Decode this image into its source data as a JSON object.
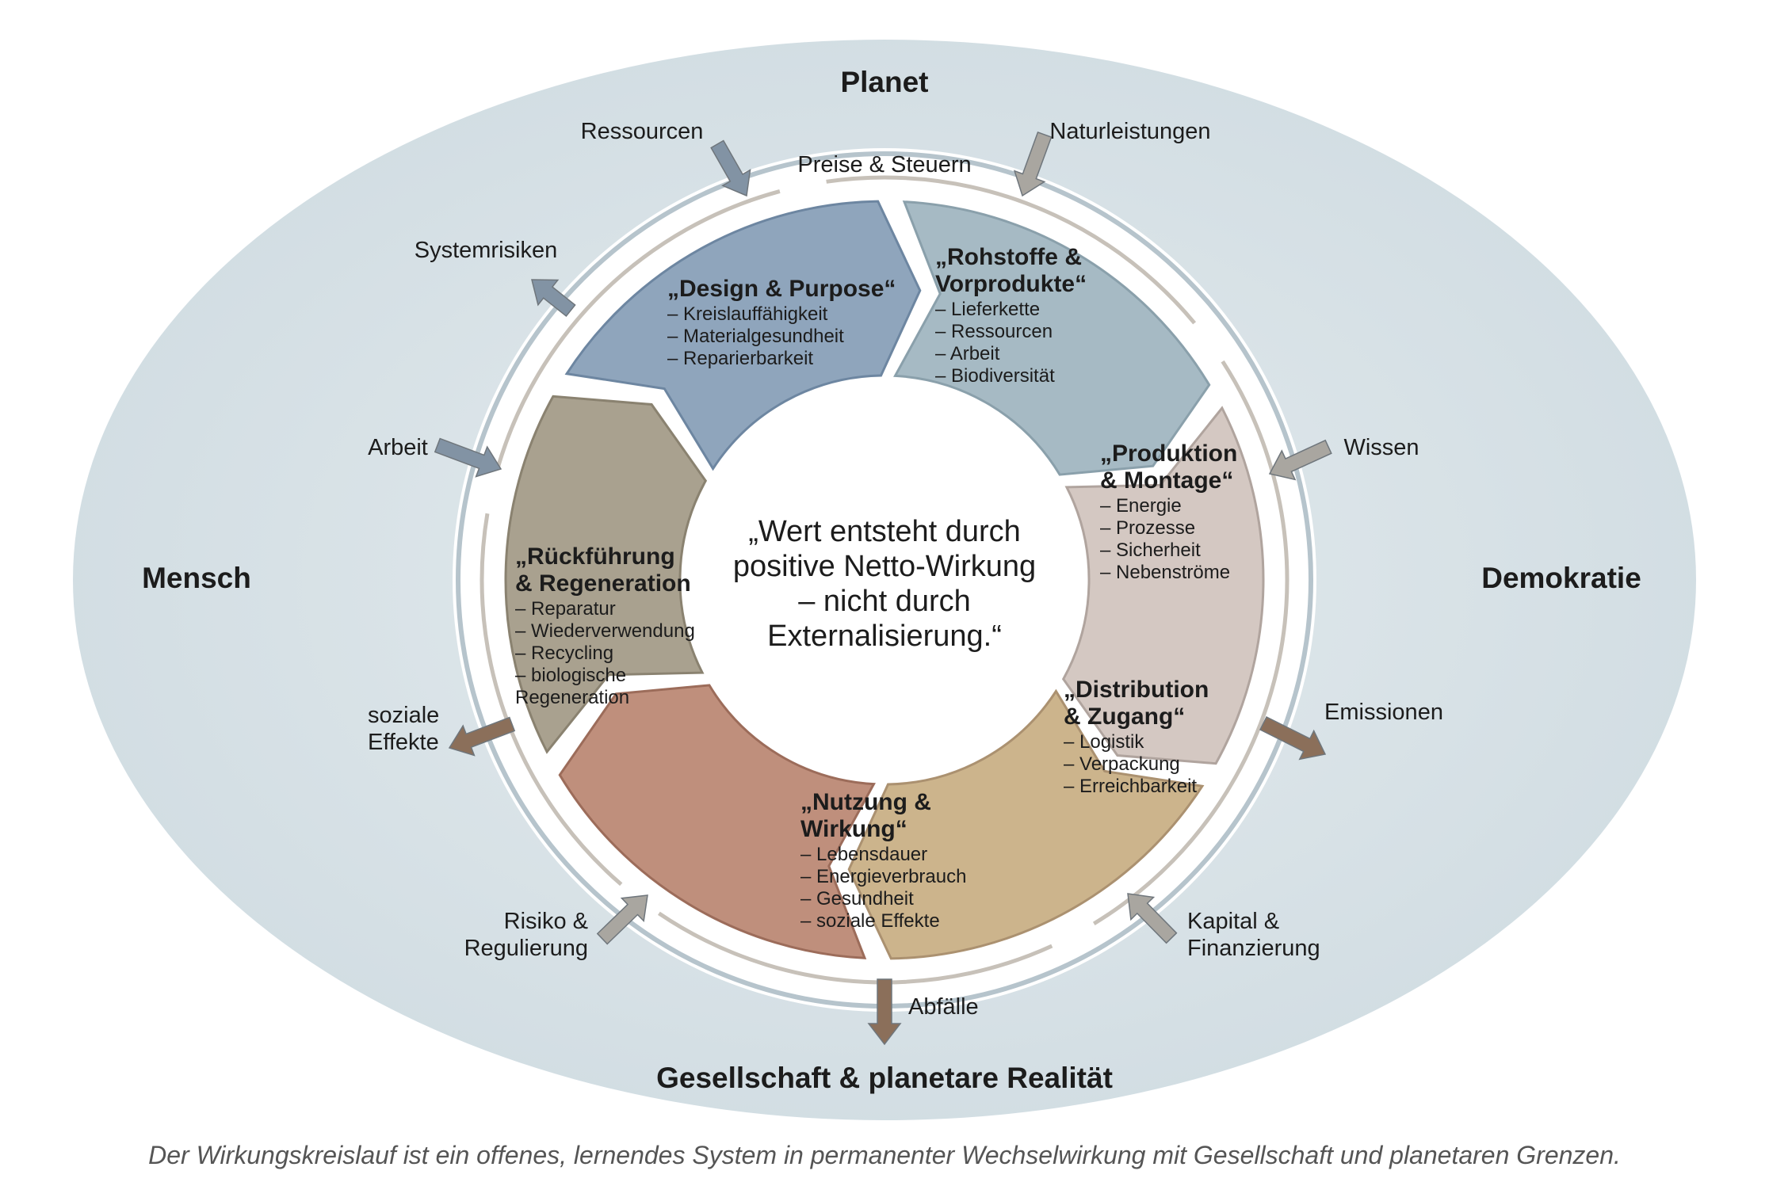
{
  "regions": {
    "top": "Planet",
    "left": "Mensch",
    "right": "Demokratie",
    "bottom": "Gesellschaft & planetare Realität"
  },
  "flows": {
    "ressourcen": [
      "Ressourcen"
    ],
    "naturleistungen": [
      "Naturleistungen"
    ],
    "preise_steuern": [
      "Preise & Steuern"
    ],
    "systemrisiken": [
      "Systemrisiken"
    ],
    "arbeit": [
      "Arbeit"
    ],
    "wissen": [
      "Wissen"
    ],
    "soziale_effekte": [
      "soziale",
      "Effekte"
    ],
    "emissionen": [
      "Emissionen"
    ],
    "risiko": [
      "Risiko &",
      "Regulierung"
    ],
    "kapital": [
      "Kapital &",
      "Finanzierung"
    ],
    "abfaelle": [
      "Abfälle"
    ]
  },
  "segments": [
    {
      "title": [
        "„Design & Purpose“"
      ],
      "items": [
        "Kreislauffähigkeit",
        "Materialgesundheit",
        "Reparierbarkeit"
      ]
    },
    {
      "title": [
        "„Rohstoffe &",
        "Vorprodukte“"
      ],
      "items": [
        "Lieferkette",
        "Ressourcen",
        "Arbeit",
        "Biodiversität"
      ]
    },
    {
      "title": [
        "„Produktion",
        "& Montage“"
      ],
      "items": [
        "Energie",
        "Prozesse",
        "Sicherheit",
        "Nebenströme"
      ]
    },
    {
      "title": [
        "„Distribution",
        "& Zugang“"
      ],
      "items": [
        "Logistik",
        "Verpackung",
        "Erreichbarkeit"
      ]
    },
    {
      "title": [
        "„Nutzung &",
        "Wirkung“"
      ],
      "items": [
        "Lebensdauer",
        "Energieverbrauch",
        "Gesundheit",
        "soziale Effekte"
      ]
    },
    {
      "title": [
        "„Rückführung",
        "& Regeneration"
      ],
      "items": [
        "Reparatur",
        "Wiederverwendung",
        "Recycling",
        "biologische",
        "Regeneration"
      ]
    }
  ],
  "center": [
    "„Wert entsteht durch",
    "positive Netto-Wirkung",
    "– nicht durch",
    "Externalisierung.“"
  ],
  "caption": "Der Wirkungskreislauf ist ein offenes, lernendes System in permanenter Wechselwirkung mit Gesellschaft und planetaren Grenzen.",
  "colors": {
    "background": "#ffffff",
    "ellipse": "#d3dee3",
    "ring": "#ffffff",
    "outer_arc": "#b6c4cc",
    "segments": [
      "#8fa5bc",
      "#a6bac4",
      "#d4c8c2",
      "#ccb48c",
      "#bf8f7c",
      "#a9a18f"
    ],
    "segment_edges": [
      "#6d86a1",
      "#8aa0ab",
      "#b0a49e",
      "#ab9170",
      "#9c6c5a",
      "#8a8270"
    ],
    "arrow_blue": "#8293a4",
    "arrow_gray": "#a9a6a0",
    "arrow_brown": "#8b6f5a"
  }
}
